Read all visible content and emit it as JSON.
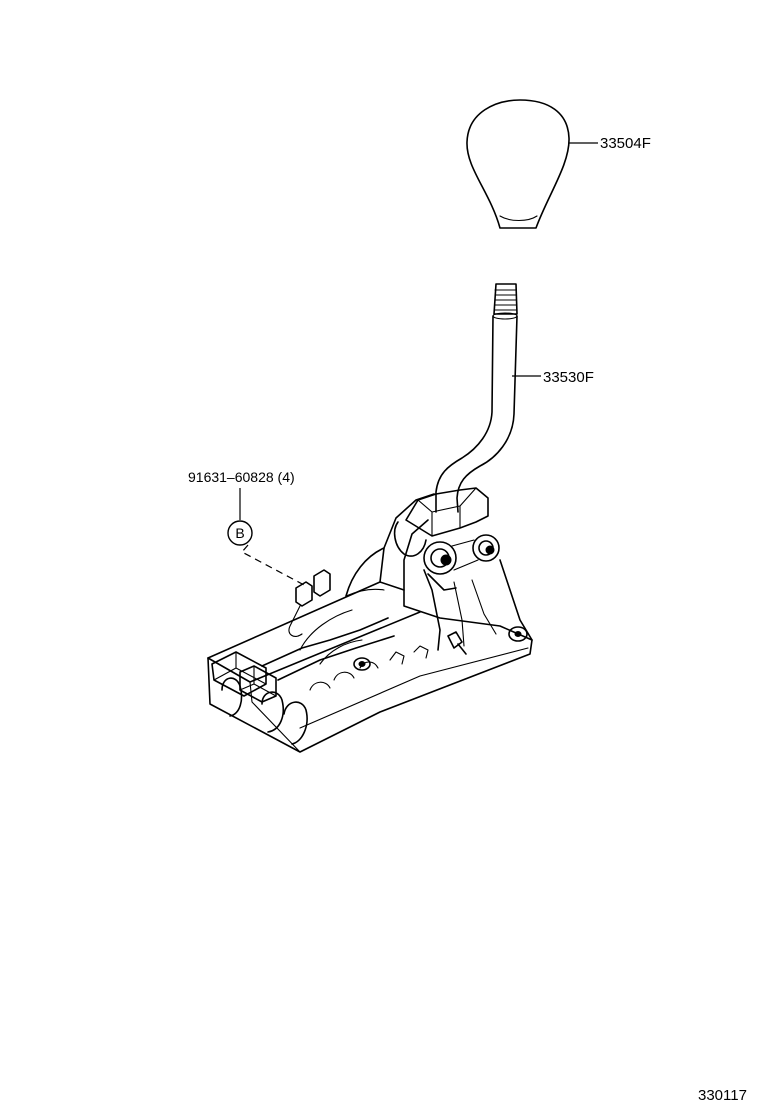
{
  "parts": {
    "shift_knob": "33504F",
    "shift_lever": "33530F",
    "bolt": "91631–60828 (4)"
  },
  "callout_b": "B",
  "drawing_number": "330117"
}
